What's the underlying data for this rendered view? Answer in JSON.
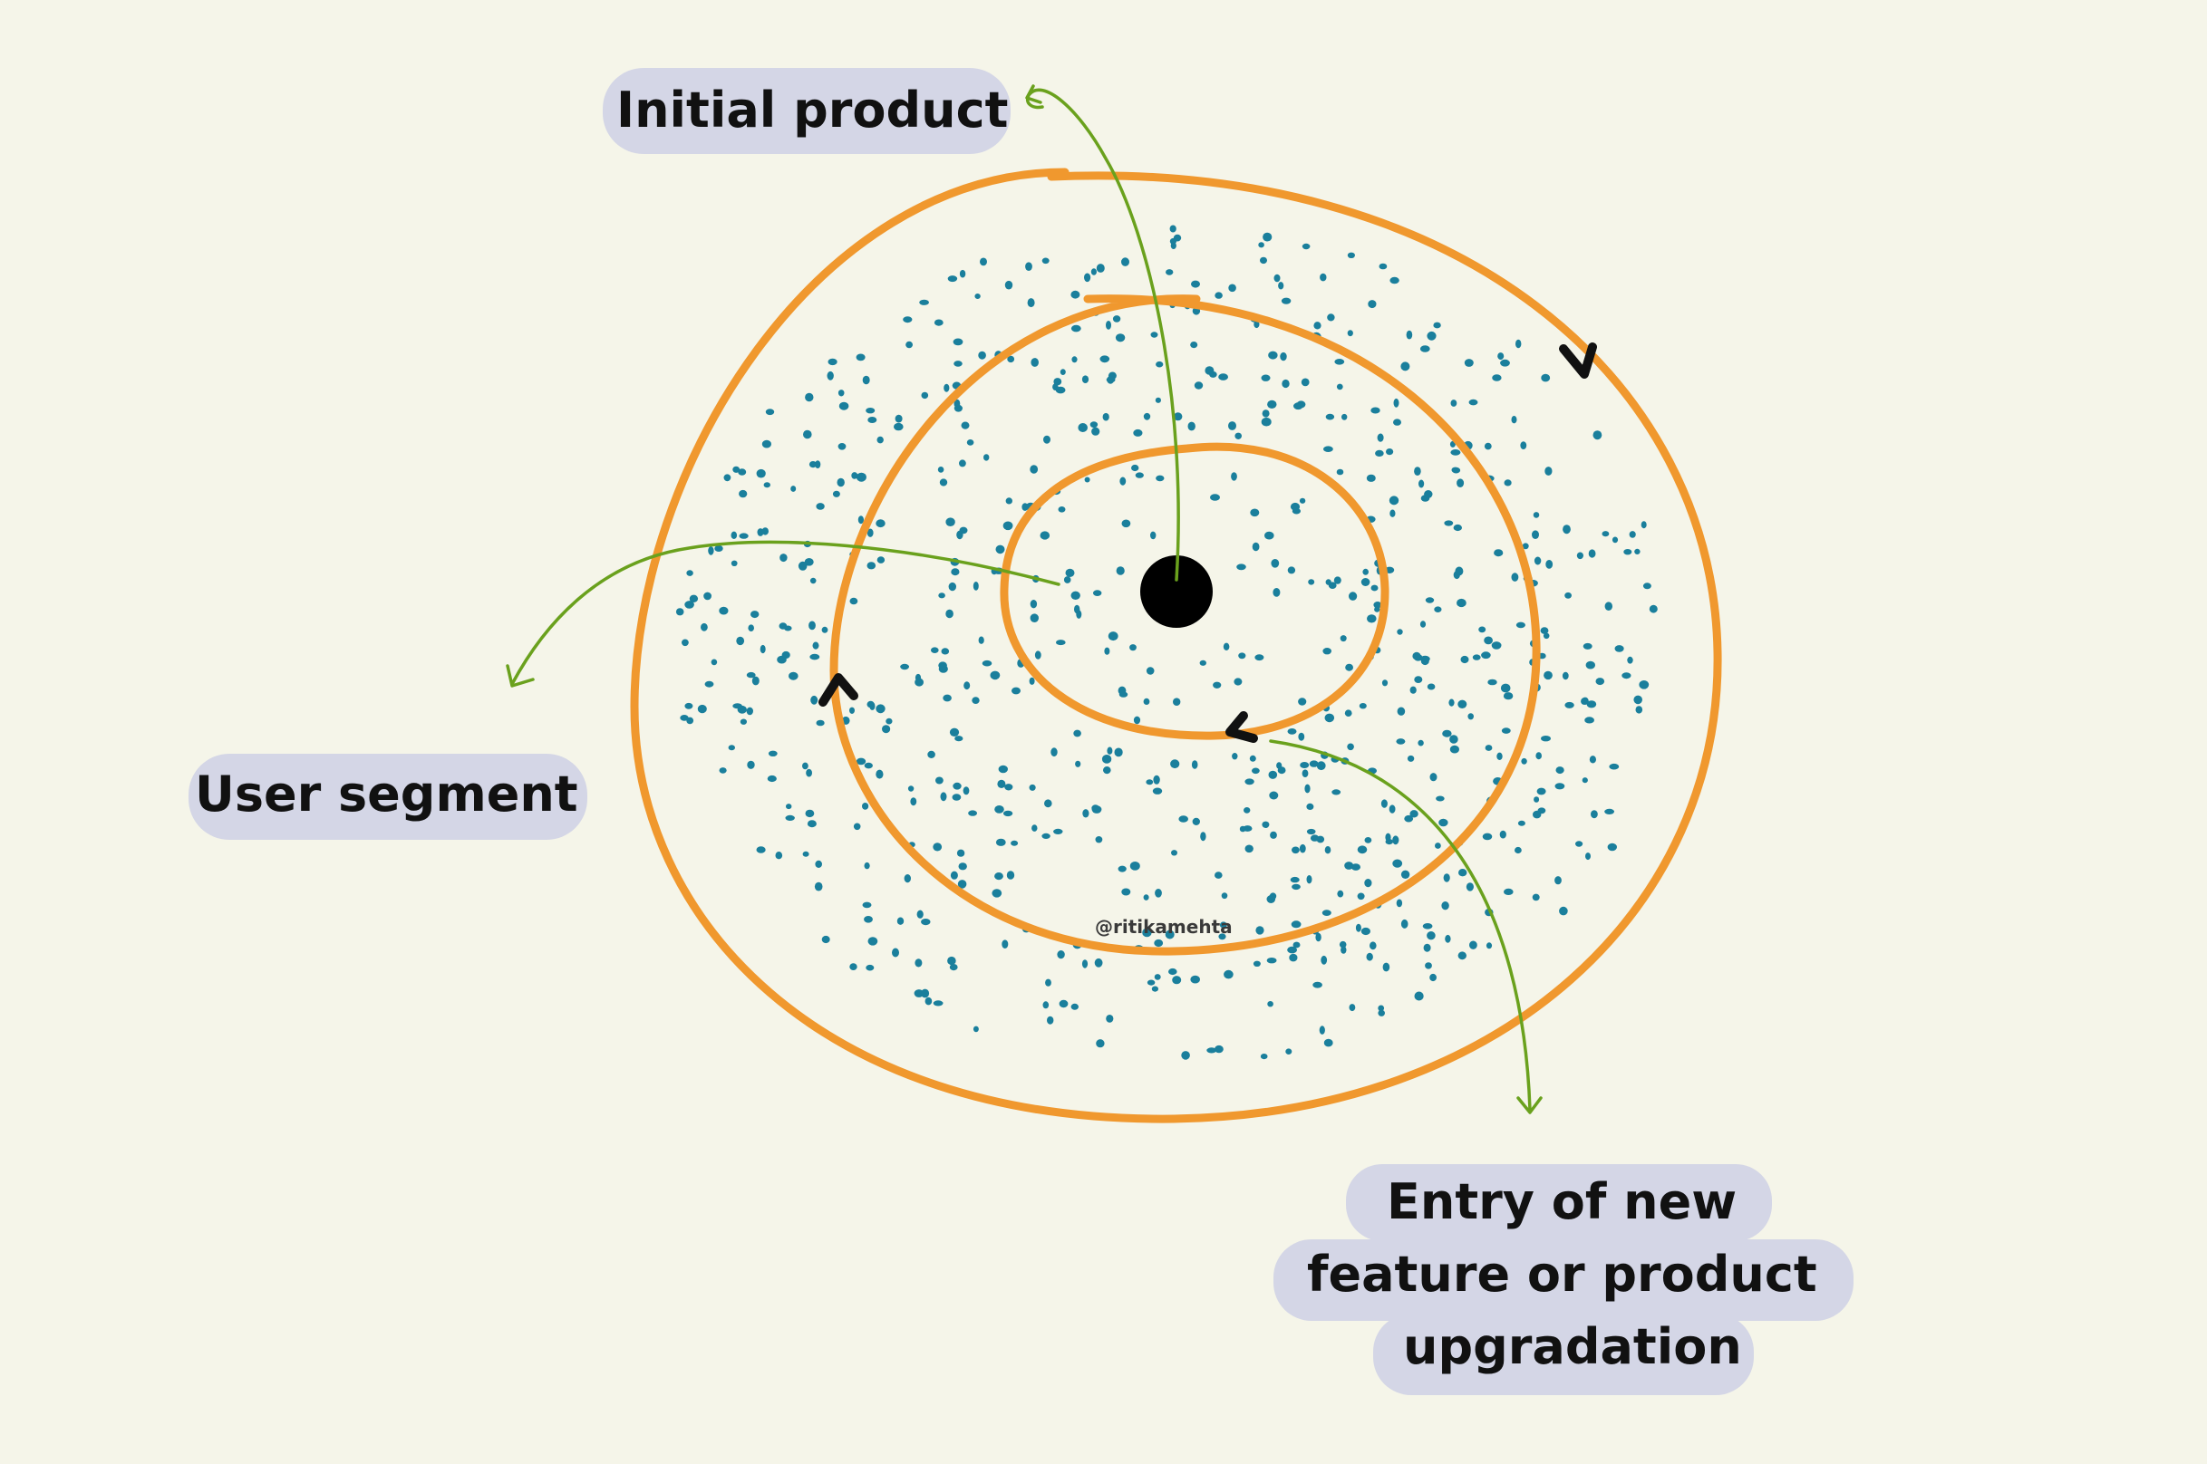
{
  "labels": {
    "initial_product": "Initial product",
    "user_segment": "User segment",
    "entry_line1": "Entry of new",
    "entry_line2": "feature or product",
    "entry_line3": "upgradation"
  },
  "credit": "@ritikamehta",
  "colors": {
    "background": "#f5f5e9",
    "spiral": "#f0982e",
    "dots": "#1a7f9c",
    "pointer": "#6aa11d",
    "highlight": "#d4d6e6",
    "core": "#000000",
    "text": "#111111"
  },
  "icons": [
    "spiral-arrow-icon",
    "pointer-arrow-icon"
  ]
}
